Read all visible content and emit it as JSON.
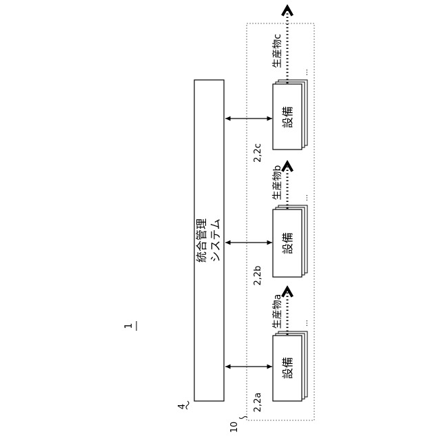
{
  "figure": {
    "number": "1",
    "system_ref": "4",
    "group_ref": "10",
    "system_label_line1": "統合管理",
    "system_label_line2": "システム"
  },
  "units": [
    {
      "ref": "2,2a",
      "equipment": "設備",
      "product": "生産物a"
    },
    {
      "ref": "2,2b",
      "equipment": "設備",
      "product": "生産物b"
    },
    {
      "ref": "2,2c",
      "equipment": "設備",
      "product": "生産物c"
    }
  ]
}
